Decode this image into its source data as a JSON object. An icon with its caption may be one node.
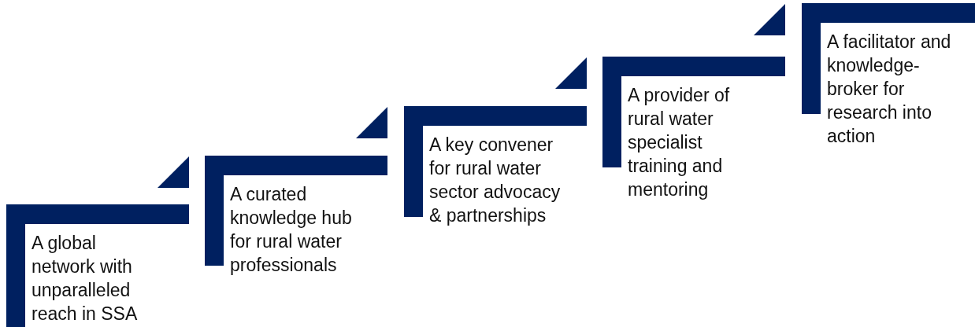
{
  "diagram": {
    "nodes": [
      {
        "text": [
          "A global network with unparalleled reach in SSA"
        ]
      },
      {
        "text": [
          "A curated knowledge hub for rural water professionals"
        ]
      },
      {
        "text": [
          "A key convener for rural water sector advocacy & partnerships"
        ]
      },
      {
        "text": [
          "A provider of rural water specialist training and mentoring"
        ]
      },
      {
        "text": [
          "A facilitator and knowledge-broker for research into action"
        ]
      }
    ]
  }
}
